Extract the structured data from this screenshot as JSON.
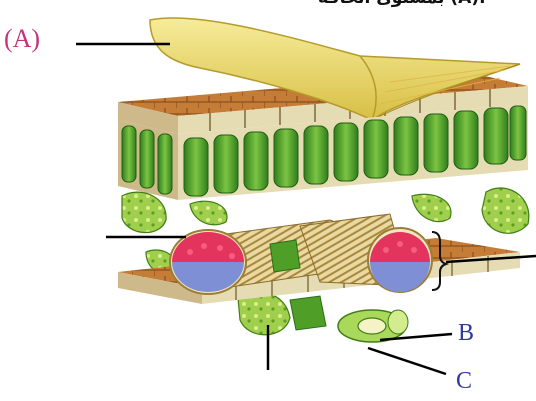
{
  "labels": {
    "a": "(A)",
    "b": "B",
    "c": "C"
  },
  "top_text": "بمستوى الحافة (A).",
  "colors": {
    "cuticle": "#ecd96a",
    "palisade": "#5fae2e",
    "epidermis_brown": "#b9722f",
    "xylem": "#e2345d",
    "phloem": "#7f8fd6",
    "label_a": "#c2337a",
    "label_bc": "#2e3a9c"
  }
}
